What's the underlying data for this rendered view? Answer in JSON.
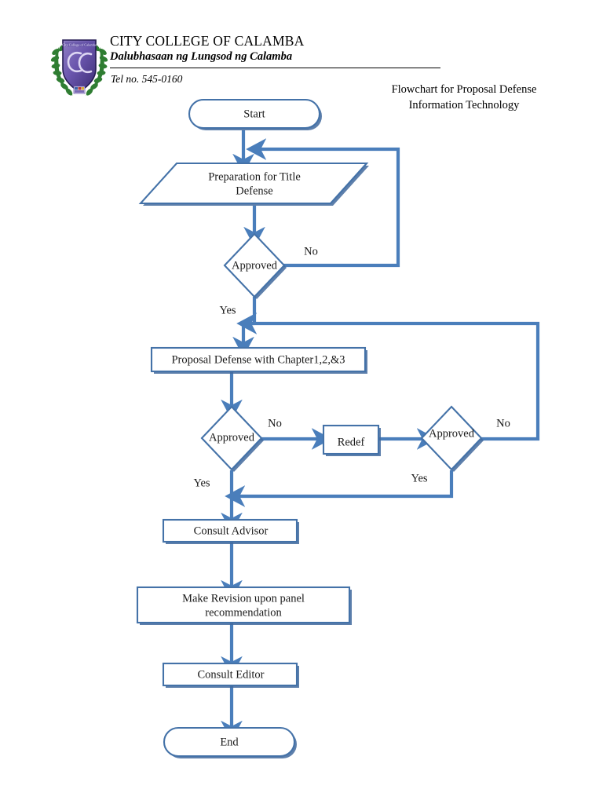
{
  "header": {
    "org_name": "CITY COLLEGE OF CALAMBA",
    "org_subtitle": "Dalubhasaan ng Lungsod ng Calamba",
    "telephone": "Tel no. 545-0160",
    "logo_name": "city-college-of-calamba-seal"
  },
  "chart_title": {
    "line1": "Flowchart for Proposal Defense",
    "line2": "Information Technology"
  },
  "colors": {
    "stroke": "#4472a8",
    "connector": "#4a7ebb",
    "shadow": "#41699c",
    "fill": "#ffffff",
    "text": "#1a1a1a"
  },
  "chart_data": {
    "type": "diagram",
    "title": "Flowchart for Proposal Defense - Information Technology",
    "nodes": [
      {
        "id": "start",
        "shape": "terminator",
        "label": "Start"
      },
      {
        "id": "prep",
        "shape": "parallelogram",
        "label": "Preparation for Title Defense",
        "line1": "Preparation for Title",
        "line2": "Defense"
      },
      {
        "id": "approved1",
        "shape": "decision",
        "label": "Approved"
      },
      {
        "id": "proposal",
        "shape": "process",
        "label": "Proposal Defense with Chapter1,2,&3"
      },
      {
        "id": "approved2",
        "shape": "decision",
        "label": "Approved"
      },
      {
        "id": "redef",
        "shape": "process",
        "label": "Redef"
      },
      {
        "id": "approved3",
        "shape": "decision",
        "label": "Approved"
      },
      {
        "id": "advisor",
        "shape": "process",
        "label": "Consult Advisor"
      },
      {
        "id": "revision",
        "shape": "process",
        "label": "Make Revision upon panel recommendation",
        "line1": "Make Revision upon panel",
        "line2": "recommendation"
      },
      {
        "id": "editor",
        "shape": "process",
        "label": "Consult Editor"
      },
      {
        "id": "end",
        "shape": "terminator",
        "label": "End"
      }
    ],
    "edges": [
      {
        "from": "start",
        "to": "prep",
        "label": ""
      },
      {
        "from": "prep",
        "to": "approved1",
        "label": ""
      },
      {
        "from": "approved1",
        "to": "prep",
        "label": "No"
      },
      {
        "from": "approved1",
        "to": "proposal",
        "label": "Yes"
      },
      {
        "from": "proposal",
        "to": "approved2",
        "label": ""
      },
      {
        "from": "approved2",
        "to": "redef",
        "label": "No"
      },
      {
        "from": "approved2",
        "to": "advisor",
        "label": "Yes"
      },
      {
        "from": "redef",
        "to": "approved3",
        "label": ""
      },
      {
        "from": "approved3",
        "to": "proposal",
        "label": "No"
      },
      {
        "from": "approved3",
        "to": "advisor",
        "label": "Yes"
      },
      {
        "from": "advisor",
        "to": "revision",
        "label": ""
      },
      {
        "from": "revision",
        "to": "editor",
        "label": ""
      },
      {
        "from": "editor",
        "to": "end",
        "label": ""
      }
    ],
    "edge_labels": {
      "no_1": "No",
      "yes_1": "Yes",
      "no_2": "No",
      "yes_2": "Yes",
      "no_3": "No",
      "yes_3": "Yes"
    }
  }
}
